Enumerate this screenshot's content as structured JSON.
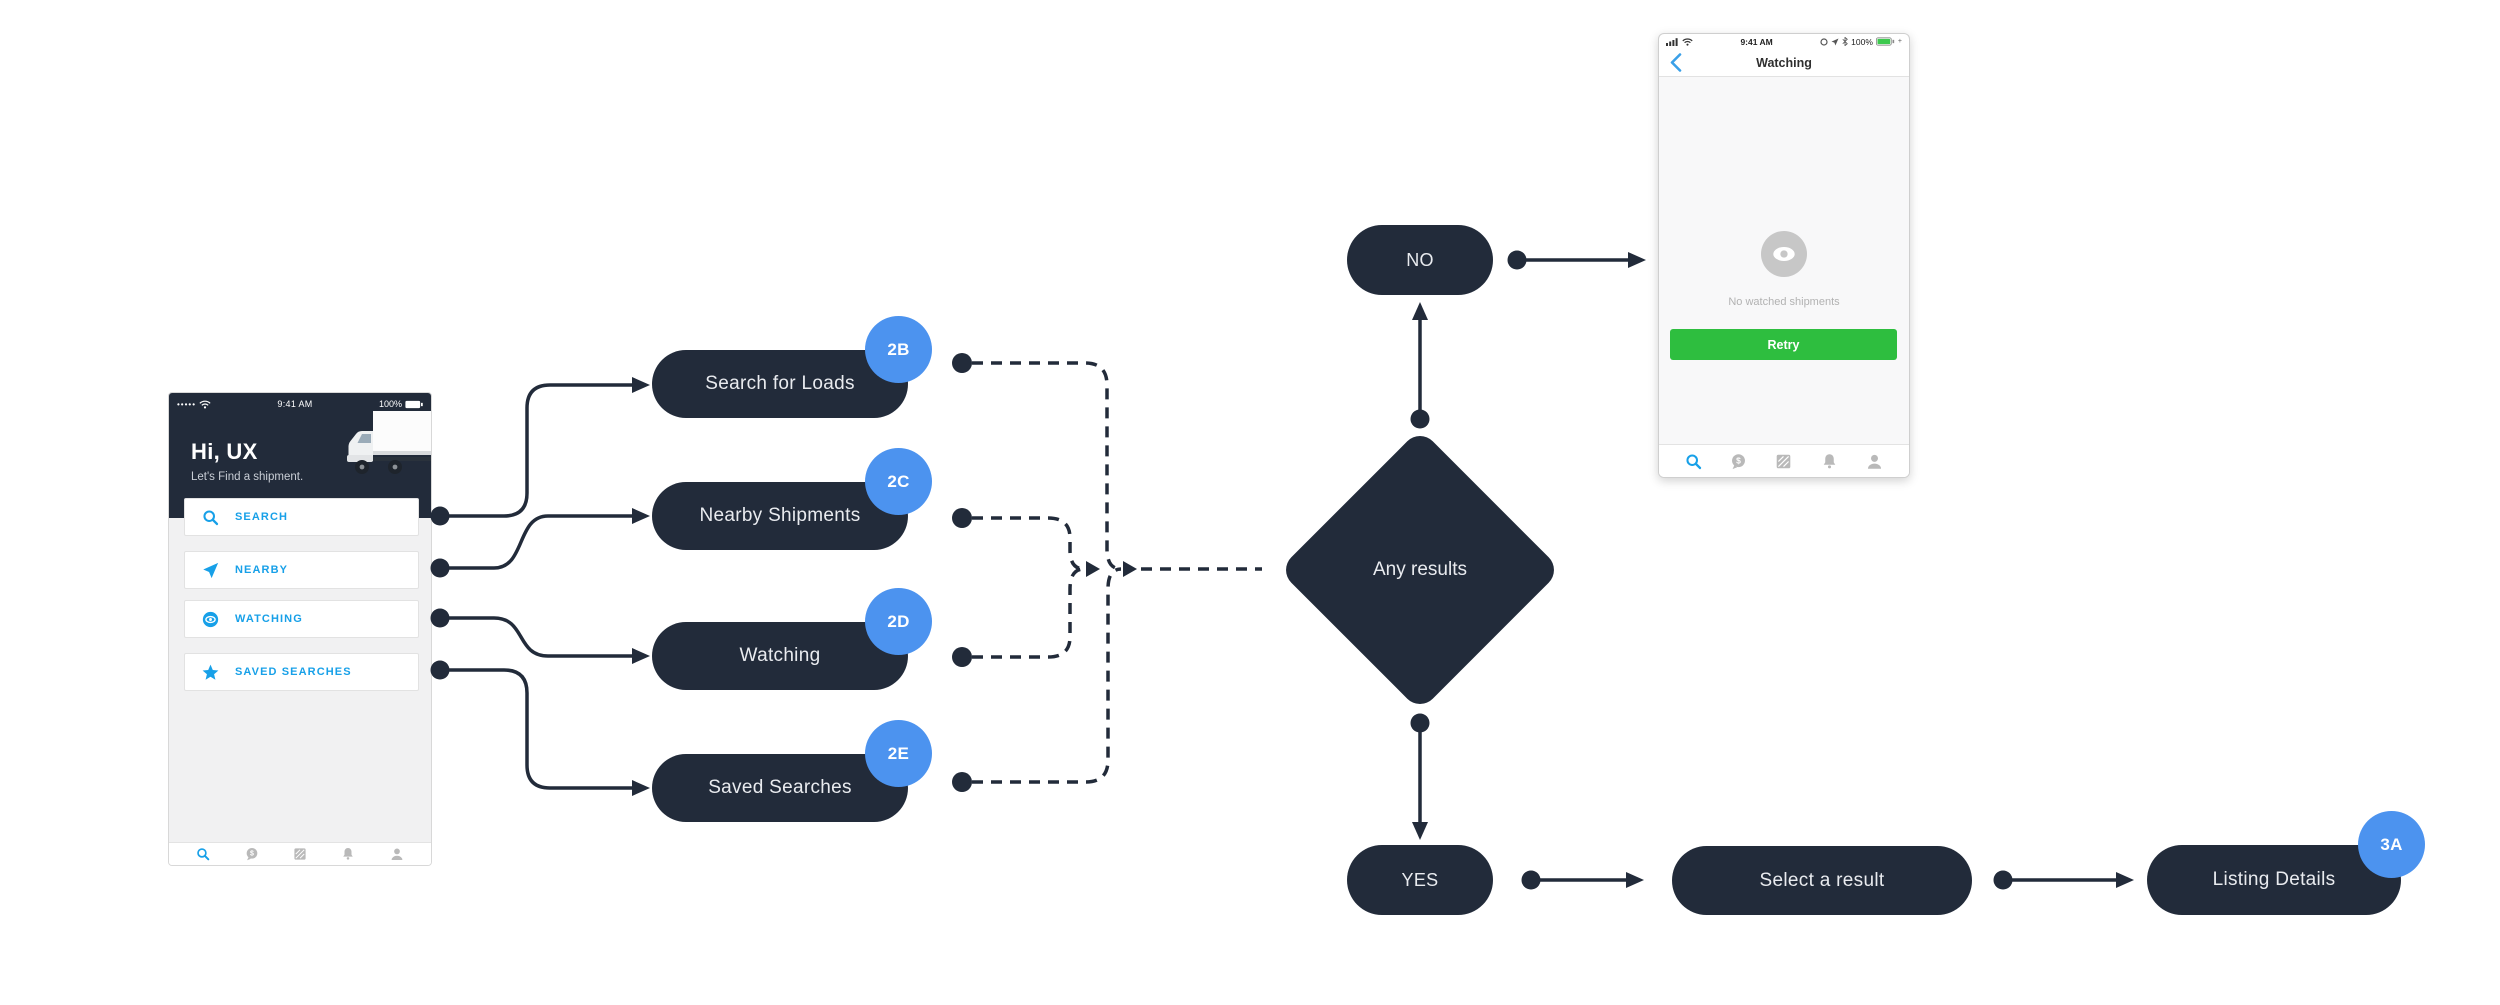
{
  "colors": {
    "navy": "#222B3A",
    "badge_blue": "#4C93EF",
    "app_blue": "#17A0E8",
    "green": "#2EBE3F",
    "pill_text": "#E9EBEF",
    "gray_text": "#B0B0B0",
    "phone_gray": "#F1F1F2"
  },
  "flow": {
    "pills": [
      {
        "label": "Search for Loads",
        "badge": "2B"
      },
      {
        "label": "Nearby Shipments",
        "badge": "2C"
      },
      {
        "label": "Watching",
        "badge": "2D"
      },
      {
        "label": "Saved Searches",
        "badge": "2E"
      }
    ],
    "decision_label": "Any results",
    "no_label": "NO",
    "yes_label": "YES",
    "select_result_label": "Select a result",
    "listing_details": {
      "label": "Listing Details",
      "badge": "3A"
    }
  },
  "left_phone": {
    "status_bar": {
      "time": "9:41 AM",
      "battery_level": "100%",
      "signal_icon": "signal-dots-icon",
      "wifi_icon": "wifi-icon",
      "battery_icon": "battery-icon"
    },
    "header": {
      "greeting": "Hi, UX",
      "subtitle": "Let's Find a shipment.",
      "image": "truck-illustration"
    },
    "menu": [
      {
        "label": "SEARCH",
        "icon": "search-icon"
      },
      {
        "label": "NEARBY",
        "icon": "nearby-arrow-icon"
      },
      {
        "label": "WATCHING",
        "icon": "watching-eye-icon"
      },
      {
        "label": "SAVED SEARCHES",
        "icon": "star-icon"
      }
    ],
    "tab_bar": {
      "icons": [
        "search-icon",
        "payments-bubble-icon",
        "news-grid-icon",
        "notifications-bell-icon",
        "profile-icon"
      ]
    }
  },
  "right_phone": {
    "status_bar": {
      "time": "9:41 AM",
      "battery_level": "100%"
    },
    "nav_bar": {
      "title": "Watching",
      "back_icon": "back-chevron-icon"
    },
    "empty_state": {
      "icon": "eye-circle-icon",
      "message": "No watched shipments"
    },
    "retry_button_label": "Retry",
    "tab_bar": {
      "icons": [
        "search-icon",
        "payments-bubble-icon",
        "news-grid-icon",
        "notifications-bell-icon",
        "profile-icon"
      ]
    }
  }
}
